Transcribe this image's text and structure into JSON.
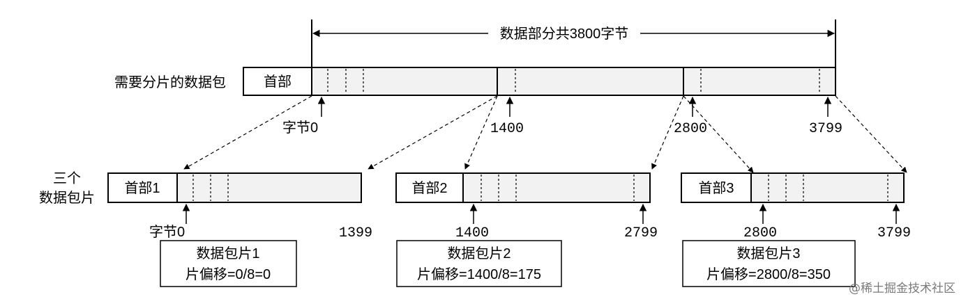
{
  "title": {
    "data_total": "数据部分共3800字节"
  },
  "original": {
    "label": "需要分片的数据包",
    "header": "首部",
    "byte_start": "字节0",
    "mark_1400": "1400",
    "mark_2800": "2800",
    "mark_end": "3799"
  },
  "fragments_label": {
    "line1": "三个",
    "line2": "数据包片"
  },
  "fragments": [
    {
      "header": "首部1",
      "start": "字节0",
      "end": "1399",
      "info1": "数据包片1",
      "info2": "片偏移=0/8=0"
    },
    {
      "header": "首部2",
      "start": "1400",
      "end": "2799",
      "info1": "数据包片2",
      "info2": "片偏移=1400/8=175"
    },
    {
      "header": "首部3",
      "start": "2800",
      "end": "3799",
      "info1": "数据包片3",
      "info2": "片偏移=2800/8=350"
    }
  ],
  "watermark": "@稀土掘金技术社区"
}
